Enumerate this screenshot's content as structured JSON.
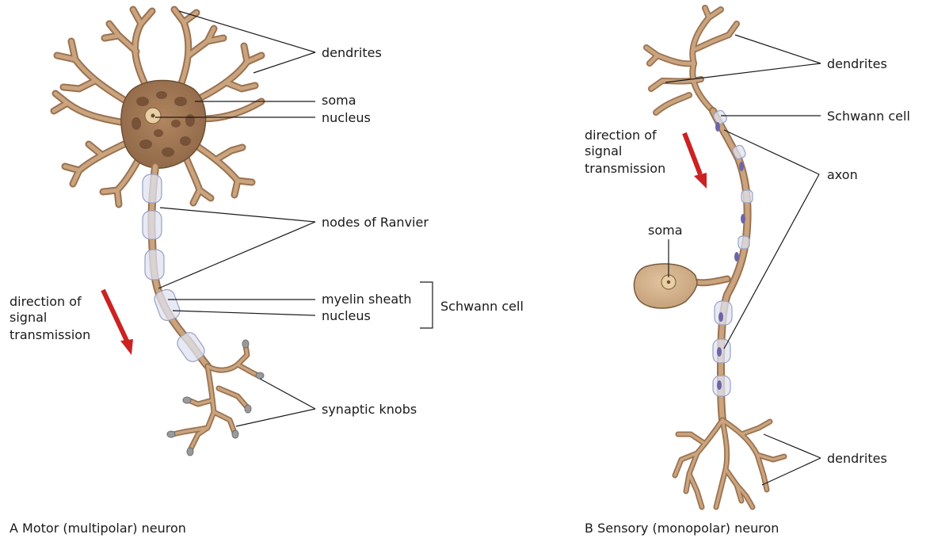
{
  "panel_a": {
    "caption": "A  Motor (multipolar) neuron",
    "labels": {
      "dendrites": "dendrites",
      "soma": "soma",
      "nucleus": "nucleus",
      "nodes": "nodes of Ranvier",
      "myelin": "myelin sheath",
      "sheath_nucleus": "nucleus",
      "schwann": "Schwann cell",
      "knobs": "synaptic knobs",
      "direction": [
        "direction of",
        "signal",
        "transmission"
      ]
    }
  },
  "panel_b": {
    "caption": "B  Sensory (monopolar) neuron",
    "labels": {
      "dendrites_top": "dendrites",
      "schwann": "Schwann cell",
      "axon": "axon",
      "soma": "soma",
      "dendrites_bottom": "dendrites",
      "direction": [
        "direction of",
        "signal",
        "transmission"
      ]
    }
  },
  "colors": {
    "cell_body": "#c9a27e",
    "outline": "#7a5a3c",
    "myelin": "#dfe3f0",
    "arrow": "#cc2222",
    "knob": "#9a9a9a"
  }
}
